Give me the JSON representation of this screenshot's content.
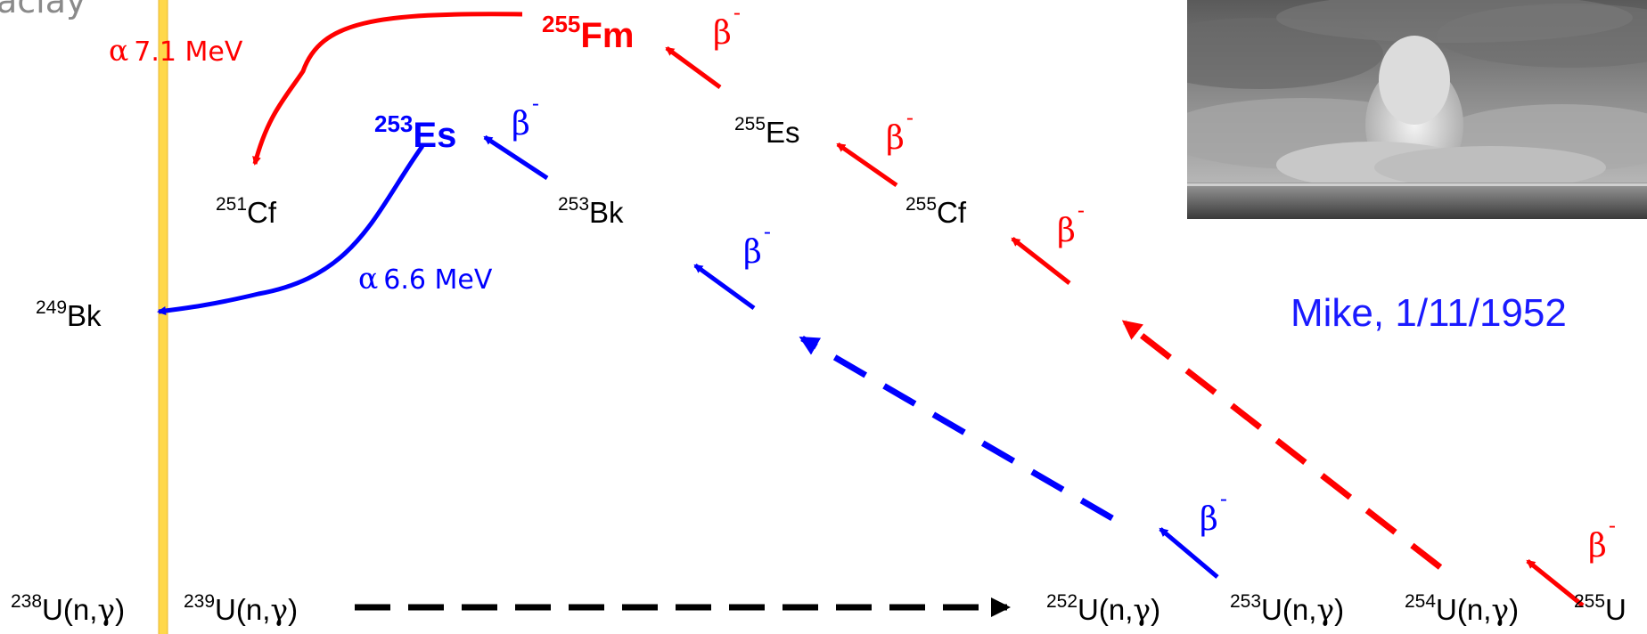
{
  "header_fragment": "aclay",
  "nuclides": {
    "u238": {
      "mass": "238",
      "rest": "U(n,",
      "gamma": "γ",
      "close": ")"
    },
    "u239": {
      "mass": "239",
      "rest": "U(n,",
      "gamma": "γ",
      "close": ")"
    },
    "u252": {
      "mass": "252",
      "rest": "U(n,",
      "gamma": "γ",
      "close": ")"
    },
    "u253": {
      "mass": "253",
      "rest": "U(n,",
      "gamma": "γ",
      "close": ")"
    },
    "u254": {
      "mass": "254",
      "rest": "U(n,",
      "gamma": "γ",
      "close": ")"
    },
    "u255": {
      "mass": "255",
      "rest": "U"
    },
    "bk249": {
      "mass": "249",
      "symbol": "Bk"
    },
    "cf251": {
      "mass": "251",
      "symbol": "Cf"
    },
    "bk253": {
      "mass": "253",
      "symbol": "Bk"
    },
    "es253": {
      "mass": "253",
      "symbol": "Es"
    },
    "es255": {
      "mass": "255",
      "symbol": "Es"
    },
    "cf255": {
      "mass": "255",
      "symbol": "Cf"
    },
    "fm255": {
      "mass": "255",
      "symbol": "Fm"
    }
  },
  "decays": {
    "beta_symbol": "β",
    "beta_sign": "-",
    "alpha_fm": {
      "symbol": "α",
      "energy": "7.1 MeV"
    },
    "alpha_es": {
      "symbol": "α",
      "energy": "6.6 MeV"
    }
  },
  "photo": {
    "caption": "Mike, 1/11/1952"
  },
  "colors": {
    "red": "#ff0000",
    "blue": "#0000ff",
    "black": "#000000",
    "caption": "#1a1aff",
    "yellow_bar": "#ffd84a"
  }
}
